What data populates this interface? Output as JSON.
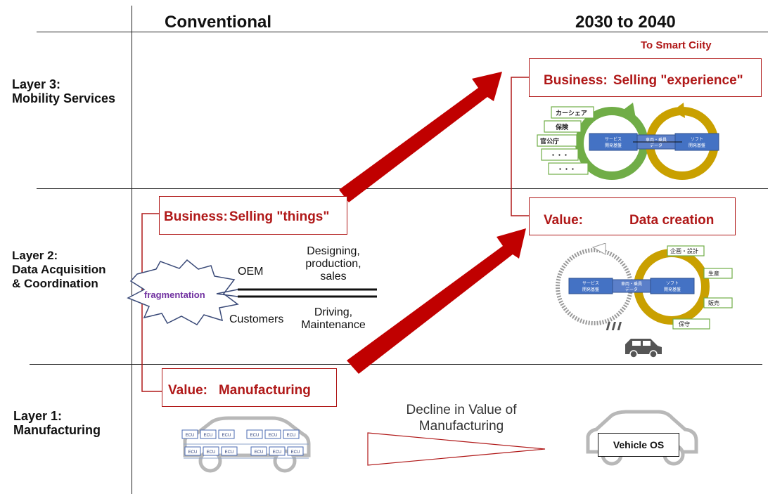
{
  "columns": {
    "conventional": "Conventional",
    "future": "2030 to 2040"
  },
  "smart_city": "To Smart Ciity",
  "layers": {
    "layer3": {
      "line1": "Layer 3:",
      "line2": "Mobility Services"
    },
    "layer2": {
      "line1": "Layer 2:",
      "line2": "Data Acquisition",
      "line3": "& Coordination"
    },
    "layer1": {
      "line1": "Layer 1:",
      "line2": "Manufacturing"
    }
  },
  "boxes": {
    "business_things": {
      "prefix": "Business:",
      "text": "Selling \"things\""
    },
    "value_manufacturing": {
      "prefix": "Value:",
      "text": "Manufacturing"
    },
    "business_experience": {
      "prefix": "Business:",
      "text": "Selling \"experience\""
    },
    "value_data": {
      "prefix": "Value:",
      "text": "Data creation"
    }
  },
  "layer2_diagram": {
    "fragmentation": "fragmentation",
    "oem": "OEM",
    "customers": "Customers",
    "oem_roles": [
      "Designing,",
      "production,",
      "sales"
    ],
    "customer_roles": [
      "Driving,",
      "Maintenance"
    ]
  },
  "decline": {
    "line1": "Decline in Value of",
    "line2": "Manufacturing"
  },
  "vehicle_os": "Vehicle OS",
  "ecu_label": "ECU",
  "services_diagram": {
    "tags": [
      "カーシェア",
      "保険",
      "官公庁",
      "・・・",
      "・・・"
    ],
    "blocks": [
      [
        "サービス",
        "開発基盤"
      ],
      [
        "車両・乗員",
        "データ"
      ],
      [
        "ソフト",
        "開発基盤"
      ]
    ]
  },
  "value_diagram": {
    "tags": [
      "企画・設計",
      "生産",
      "販売",
      "保守"
    ],
    "blocks": [
      [
        "サービス",
        "開発基盤"
      ],
      [
        "車両・乗員",
        "データ"
      ],
      [
        "ソフト",
        "開発基盤"
      ]
    ]
  }
}
